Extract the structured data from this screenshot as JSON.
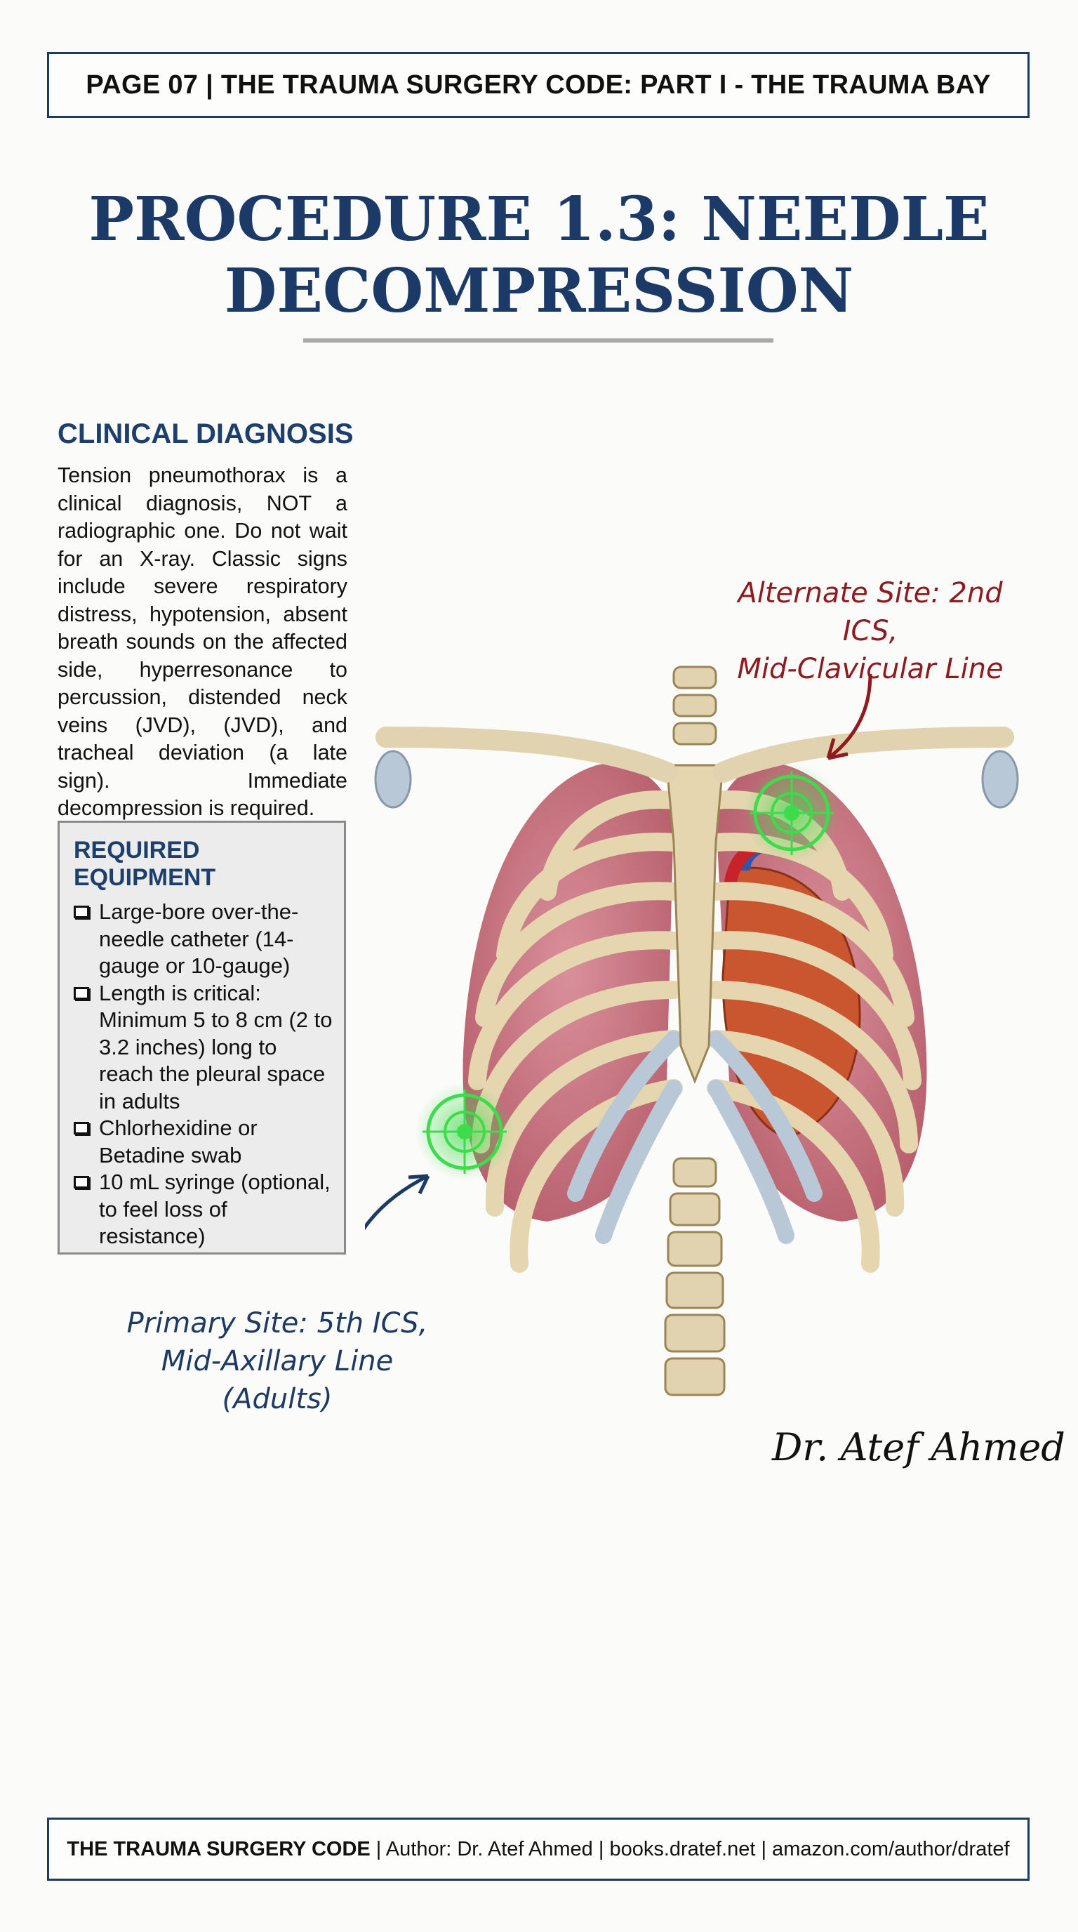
{
  "header": {
    "text": "PAGE 07 | THE TRAUMA SURGERY CODE: PART I - THE TRAUMA BAY"
  },
  "title": {
    "line1": "PROCEDURE 1.3: NEEDLE",
    "line2": "DECOMPRESSION"
  },
  "diagnosis": {
    "heading": "CLINICAL DIAGNOSIS",
    "body": "Tension pneumothorax is a clinical diagnosis, NOT a radiographic one. Do not wait for an X-ray. Classic signs include severe respiratory distress, hypotension, absent breath sounds on the affected side, hyperresonance to percussion, distended neck veins (JVD), (JVD), and tracheal deviation (a late sign). Immediate decompression is required."
  },
  "equipment": {
    "heading": "REQUIRED EQUIPMENT",
    "items": [
      "Large-bore over-the-needle catheter (14-gauge or 10-gauge)",
      "Length is critical: Minimum 5 to 8 cm (2 to 3.2 inches) long to reach the pleural space in adults",
      "Chlorhexidine or Betadine swab",
      "10 mL syringe (optional, to feel loss of resistance)"
    ]
  },
  "illustration": {
    "alternate_label_1": "Alternate Site: 2nd ICS,",
    "alternate_label_2": "Mid-Clavicular Line",
    "primary_label_1": "Primary Site: 5th ICS,",
    "primary_label_2": "Mid-Axillary Line (Adults)",
    "colors": {
      "target": "#3ddc4a",
      "alternate": "#8e1b20",
      "primary": "#1d3a64"
    }
  },
  "signature": "Dr. Atef Ahmed",
  "footer": {
    "brand": "THE TRAUMA SURGERY CODE",
    "rest": " | Author: Dr. Atef Ahmed | books.dratef.net | amazon.com/author/dratef"
  }
}
